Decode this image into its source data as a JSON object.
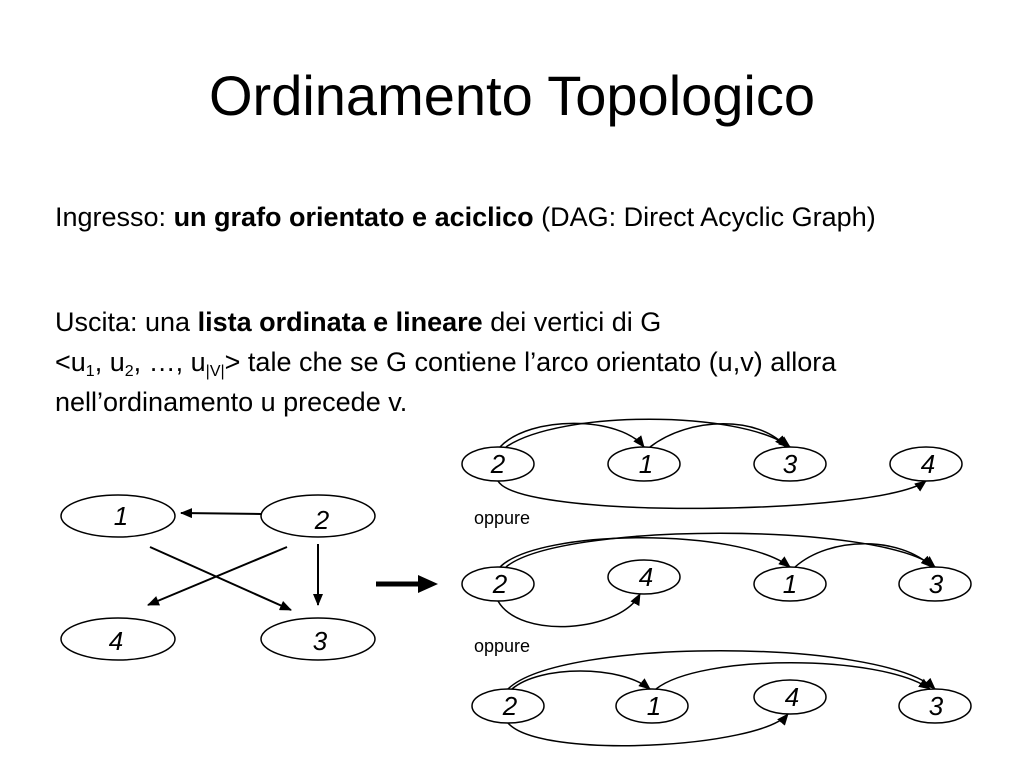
{
  "title": "Ordinamento Topologico",
  "input": {
    "prefix": "Ingresso: ",
    "bold": "un grafo orientato e aciclico",
    "suffix": " (DAG: Direct Acyclic Graph)"
  },
  "output": {
    "prefix": "Uscita: una ",
    "bold": "lista ordinata e lineare",
    "line1_rest": " dei vertici di G",
    "tuple_open": "<u",
    "sub1": "1",
    "sep1": ", u",
    "sub2": "2",
    "sep2": ", …, u",
    "sub3": "|V|",
    "line2_rest": "> tale che se G contiene l’arco orientato (u,v) allora nell’ordinamento u precede v."
  },
  "graph": {
    "nodes": [
      "1",
      "2",
      "4",
      "3"
    ],
    "edges": [
      [
        "2",
        "1"
      ],
      [
        "2",
        "3"
      ],
      [
        "2",
        "4"
      ],
      [
        "1",
        "3"
      ]
    ]
  },
  "orderings": [
    [
      "2",
      "1",
      "3",
      "4"
    ],
    [
      "2",
      "4",
      "1",
      "3"
    ],
    [
      "2",
      "1",
      "4",
      "3"
    ]
  ],
  "separator_label": "oppure",
  "colors": {
    "text": "#000000",
    "background": "#ffffff"
  }
}
